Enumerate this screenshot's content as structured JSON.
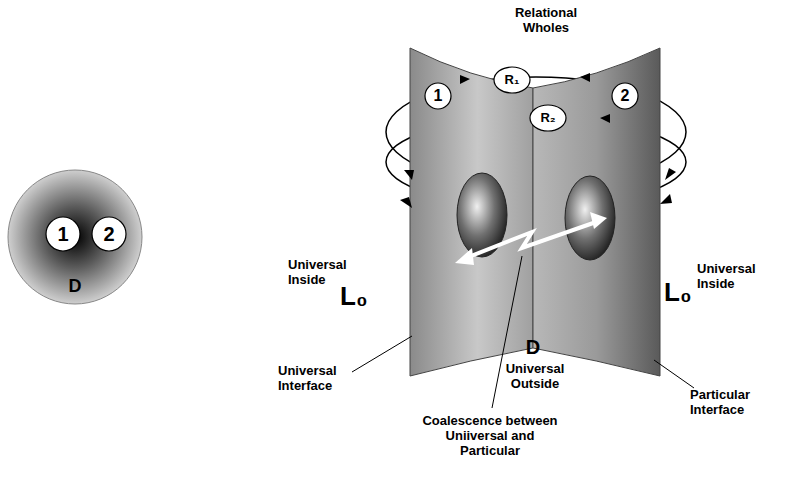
{
  "diagram": {
    "nodes": [
      {
        "text": [
          "D"
        ]
      },
      {
        "text": [
          "1"
        ],
        "in": 0
      },
      {
        "text": [
          "2"
        ],
        "in": 0
      },
      {
        "text": [
          "R₁"
        ]
      },
      {
        "text": [
          "R₂"
        ]
      },
      {
        "text": [
          "1"
        ]
      },
      {
        "text": [
          "2"
        ]
      }
    ],
    "labels": [
      "Relational Wholes",
      "Universal Inside",
      "L₀",
      "L₀",
      "Universal Inside",
      "D",
      "Universal Outside",
      "Universal Interface",
      "Particular Interface",
      "Coalescence between Uniiversal and Particular"
    ]
  }
}
